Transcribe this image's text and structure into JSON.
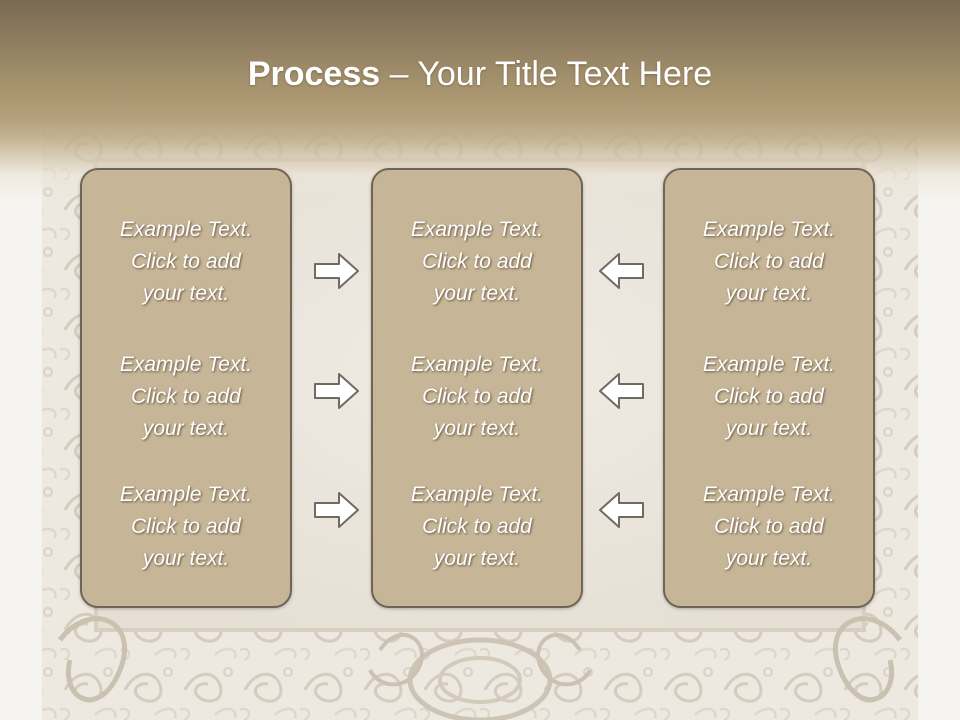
{
  "title": {
    "bold": "Process",
    "separator": " – ",
    "rest": "Your Title Text Here"
  },
  "colors": {
    "header_dark": "#7a6a52",
    "panel_fill": "#c6b597",
    "panel_border": "#6f6556",
    "arrow_fill": "#ffffff",
    "arrow_stroke": "#6f6a64"
  },
  "columns": [
    {
      "items": [
        {
          "line1": "Example Text.",
          "line2": "Click  to add",
          "line3": "your text."
        },
        {
          "line1": "Example Text.",
          "line2": "Click  to add",
          "line3": "your text."
        },
        {
          "line1": "Example Text.",
          "line2": "Click  to add",
          "line3": "your text."
        }
      ]
    },
    {
      "items": [
        {
          "line1": "Example Text.",
          "line2": "Click  to add",
          "line3": "your text."
        },
        {
          "line1": "Example Text.",
          "line2": "Click  to add",
          "line3": "your text."
        },
        {
          "line1": "Example Text.",
          "line2": "Click  to add",
          "line3": "your text."
        }
      ]
    },
    {
      "items": [
        {
          "line1": "Example Text.",
          "line2": "Click  to add",
          "line3": "your text."
        },
        {
          "line1": "Example Text.",
          "line2": "Click  to add",
          "line3": "your text."
        },
        {
          "line1": "Example Text.",
          "line2": "Click  to add",
          "line3": "your text."
        }
      ]
    }
  ],
  "arrows": {
    "left_group": "arrow-right-icon",
    "right_group": "arrow-left-icon"
  }
}
